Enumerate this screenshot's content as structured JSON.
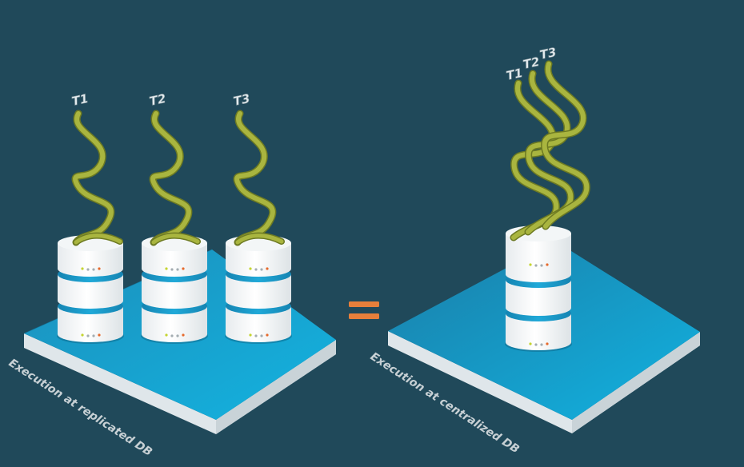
{
  "left": {
    "caption": "Execution at replicated DB",
    "transactions": [
      "T1",
      "T2",
      "T3"
    ]
  },
  "right": {
    "caption": "Execution at centralized DB",
    "transactions": [
      "T1",
      "T2",
      "T3"
    ]
  },
  "operator": "=",
  "colors": {
    "background": "#20495a",
    "platform_top": "#1aa2cf",
    "platform_side": "#e9eef1",
    "db_body": "#ffffff",
    "db_band": "#1b9fd0",
    "strand": "#a7b33d",
    "equals": "#e67f3b"
  },
  "icons": [
    "database-icon",
    "transaction-strand-icon"
  ]
}
